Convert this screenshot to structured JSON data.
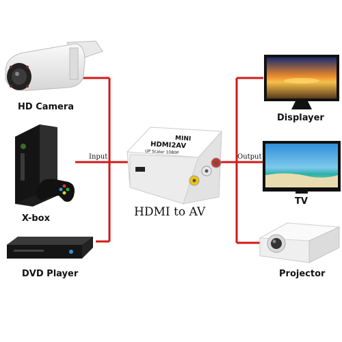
{
  "diagram": {
    "title": "HDMI to AV",
    "input_label": "Input",
    "output_label": "Output",
    "sources": [
      {
        "label": "HD Camera",
        "icon": "security-camera-icon"
      },
      {
        "label": "X-box",
        "icon": "game-console-icon"
      },
      {
        "label": "DVD Player",
        "icon": "dvd-player-icon"
      }
    ],
    "outputs": [
      {
        "label": "Displayer",
        "icon": "monitor-icon"
      },
      {
        "label": "TV",
        "icon": "tv-icon"
      },
      {
        "label": "Projector",
        "icon": "projector-icon"
      }
    ],
    "converter": {
      "badge": "MINI",
      "model": "HDMI2AV",
      "spec": "UP Scaler 1080P"
    },
    "colors": {
      "connector_line": "#d11a1a",
      "background": "#ffffff"
    }
  }
}
